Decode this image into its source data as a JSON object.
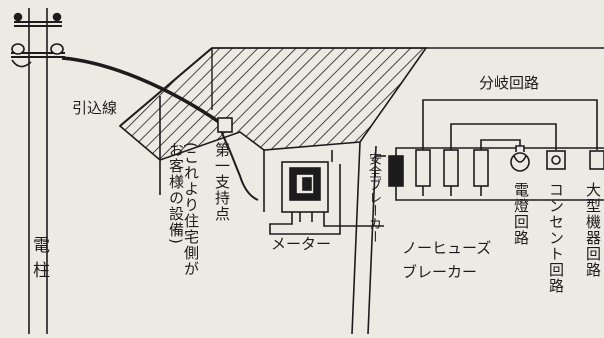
{
  "labels": {
    "service_drop": "引込線",
    "branch_circuits": "分岐回路",
    "first_support_point": "第一支持点",
    "customer_equipment_note": "(これより住宅側が\nお客様の設備)",
    "meter": "メーター",
    "safety_breaker": "安全ブレーカー",
    "no_fuse_breaker": "ノーヒューズ\nブレーカー",
    "lighting_circuit": "電燈回路",
    "outlet_circuit": "コンセント回路",
    "large_appliance_circuit": "大型機器回路",
    "utility_pole": "電柱"
  },
  "icons": {
    "outlet_symbol": "outlet-icon",
    "lamp_symbol": "light-bulb-icon"
  },
  "colors": {
    "ink": "#1c1c1c",
    "paper": "#ecebe3"
  }
}
